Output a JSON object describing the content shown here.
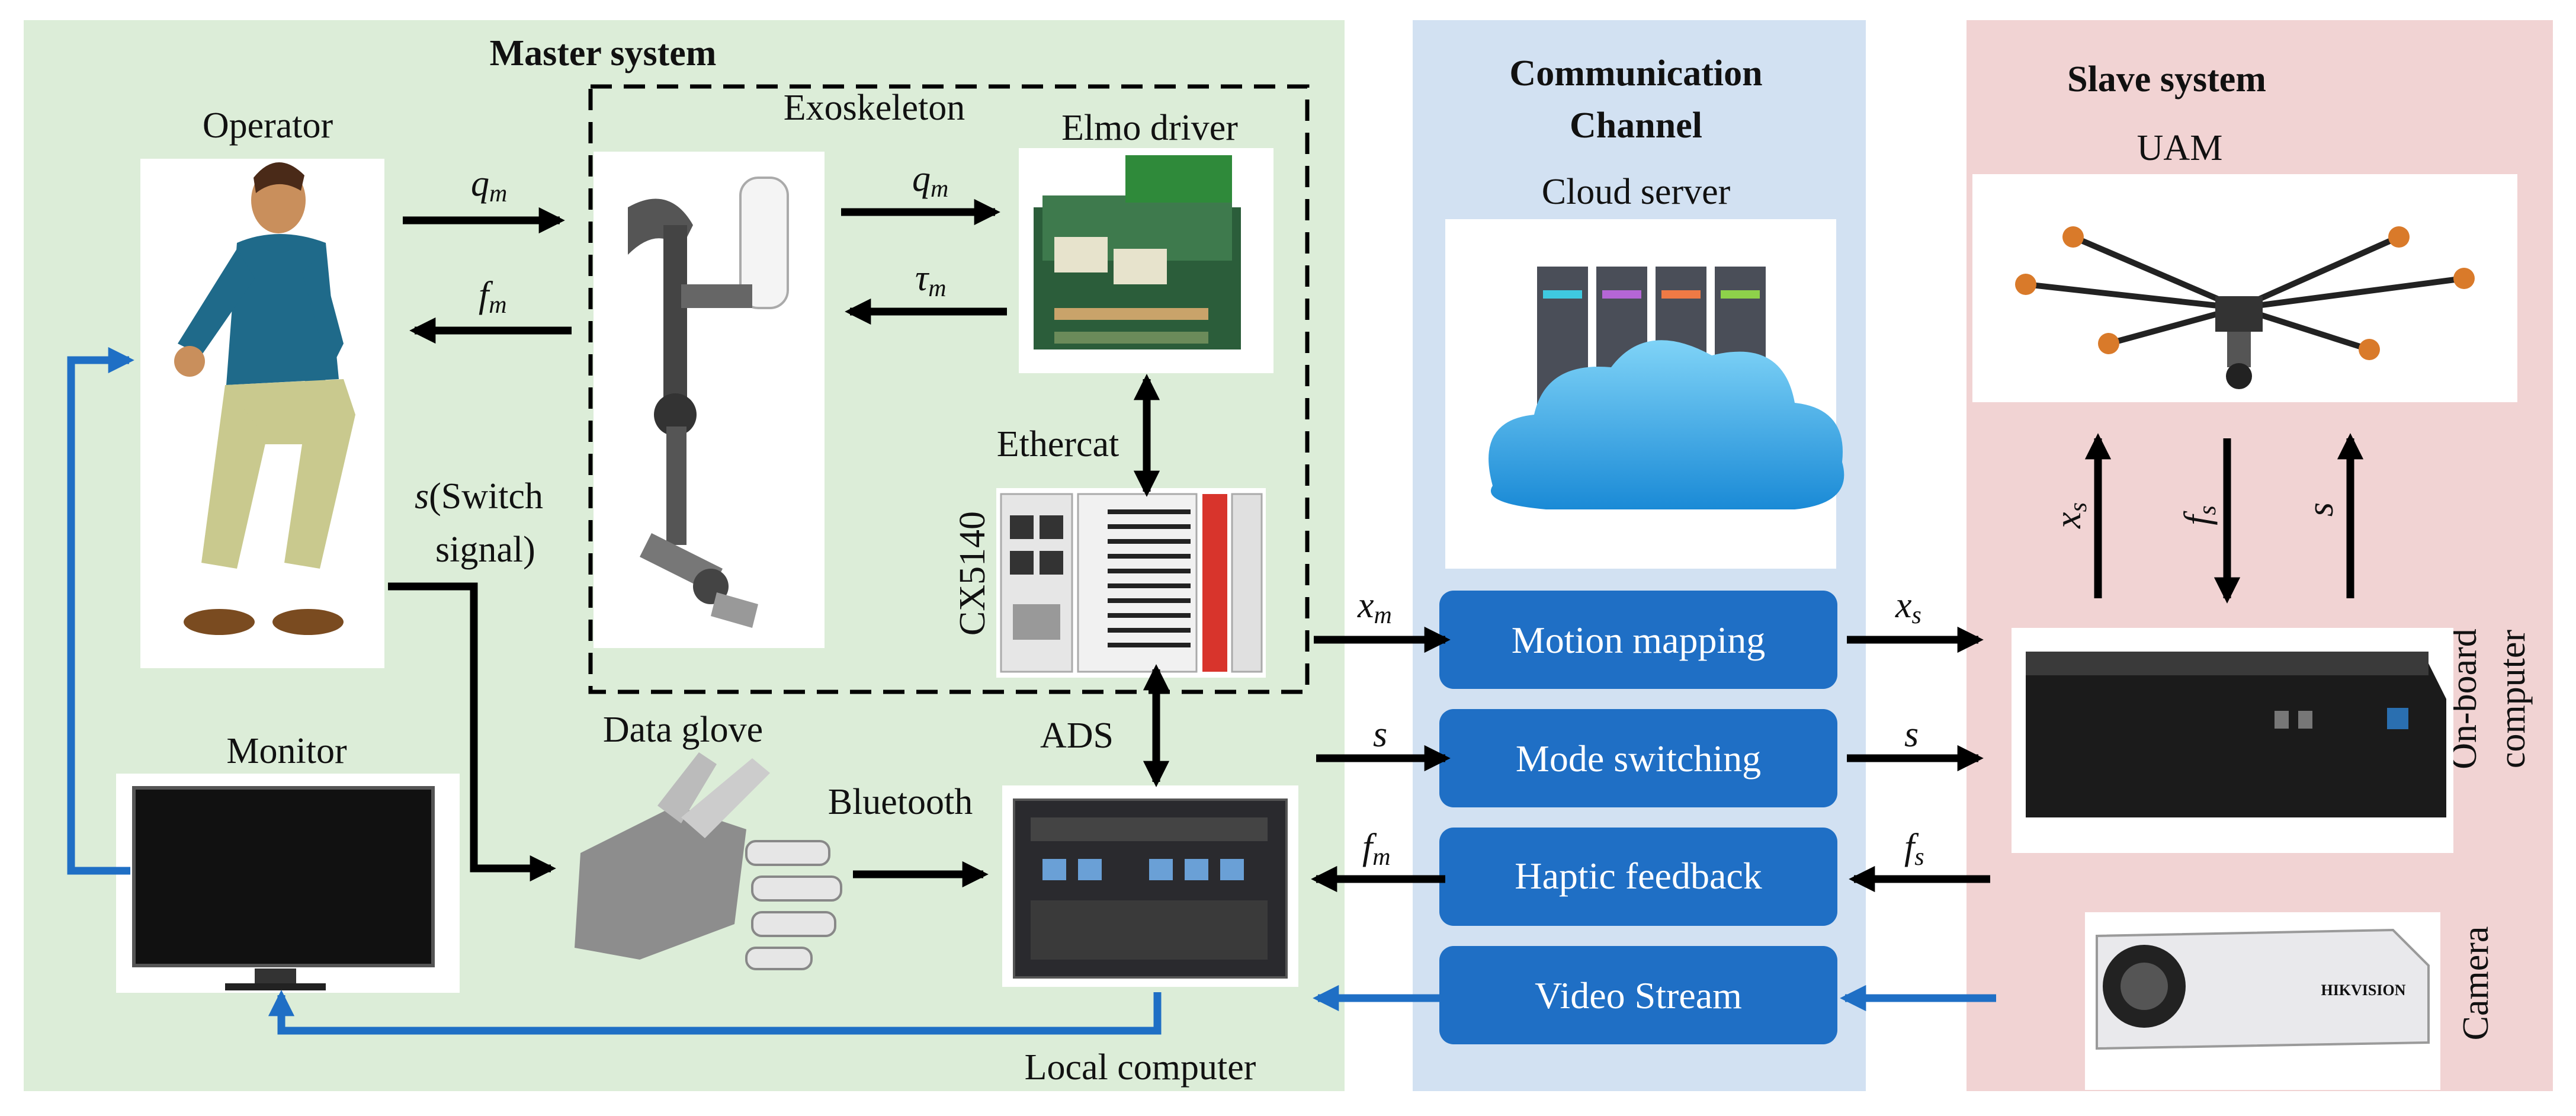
{
  "master": {
    "title": "Master system",
    "operator": "Operator",
    "exoskeleton": "Exoskeleton",
    "elmo": "Elmo driver",
    "ethercat": "Ethercat",
    "cx": "CX5140",
    "monitor": "Monitor",
    "data_glove": "Data glove",
    "bluetooth": "Bluetooth",
    "ads": "ADS",
    "local_computer": "Local computer",
    "switch_signal": "s(Switch",
    "switch_signal2": "signal)"
  },
  "comm": {
    "title_line1": "Communication",
    "title_line2": "Channel",
    "cloud": "Cloud server",
    "buttons": {
      "motion": "Motion mapping",
      "mode": "Mode switching",
      "haptic": "Haptic feedback",
      "video": "Video Stream"
    }
  },
  "slave": {
    "title": "Slave system",
    "uam": "UAM",
    "onboard": "On-board",
    "onboard2": "computer",
    "camera": "Camera"
  },
  "signals": {
    "qm": "q",
    "qm_sub": "m",
    "fm": "f",
    "fm_sub": "m",
    "tau": "τ",
    "tau_sub": "m",
    "xm": "x",
    "xm_sub": "m",
    "xs": "x",
    "xs_sub": "s",
    "fs": "f",
    "fs_sub": "s",
    "s": "s"
  },
  "brand": "HIKVISION",
  "colors": {
    "master_bg": "#dcedd8",
    "comm_bg": "#d2e1f2",
    "slave_bg": "#f1d3d3",
    "button": "#1f6fc5",
    "blue_arrow": "#1f6fc5"
  }
}
